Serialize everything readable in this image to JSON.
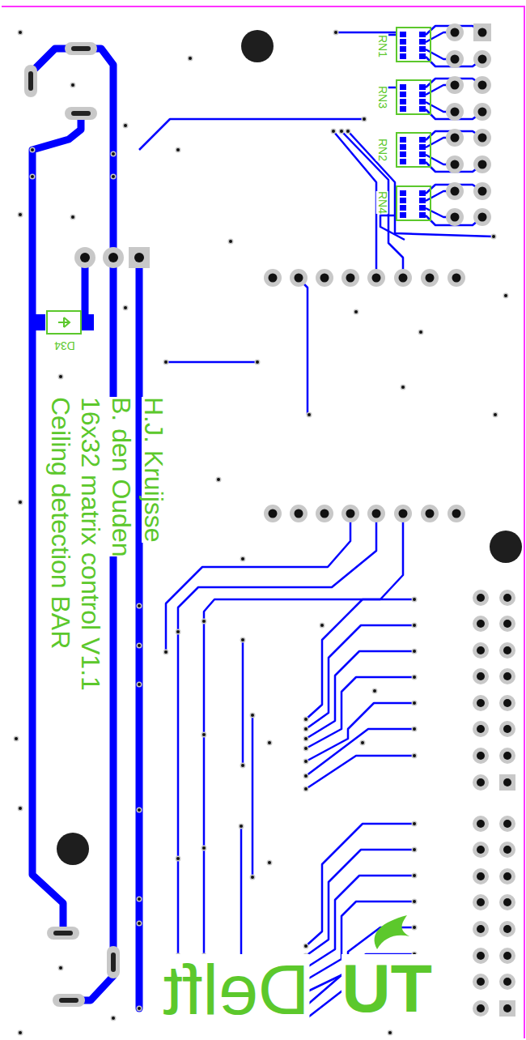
{
  "diagram": {
    "labels": [
      "RN1",
      "RN3",
      "RN2",
      "RN4",
      "D34",
      "H.J. Kruijsse",
      "B. den Ouden",
      "16x32 matrix control V1.1",
      "Ceiling detection BAR",
      "TU",
      "Delft"
    ]
  }
}
